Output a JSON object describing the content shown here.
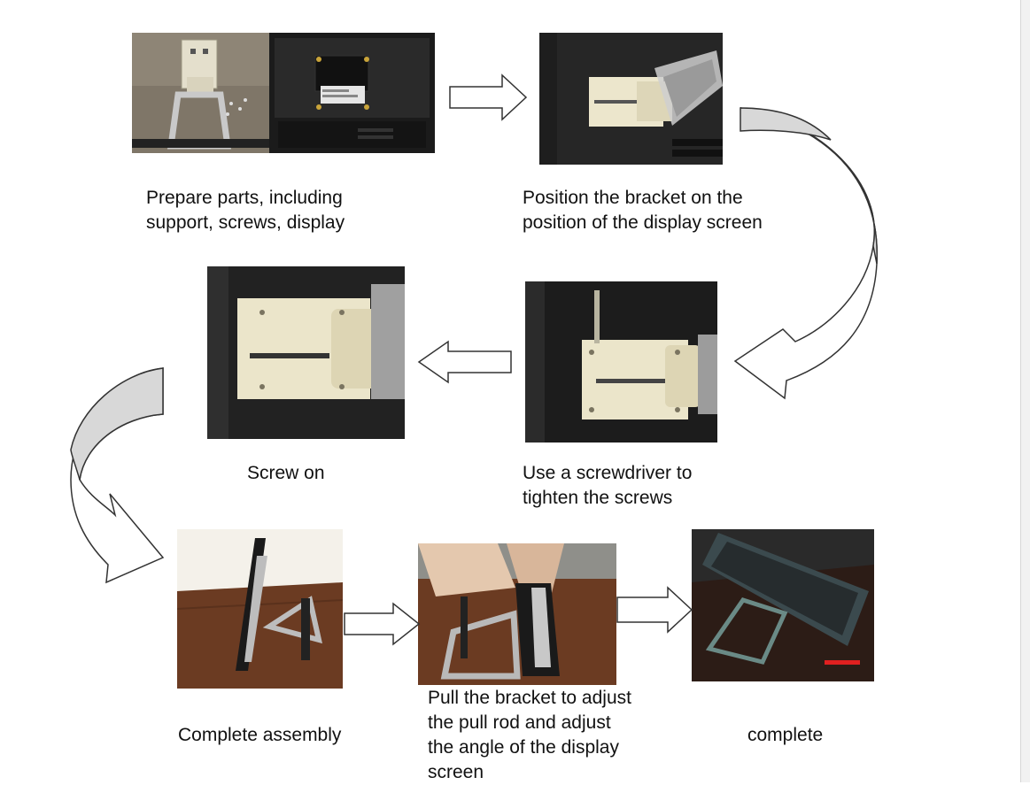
{
  "steps": [
    {
      "id": "prepare",
      "caption": "Prepare parts, including\nsupport, screws, display"
    },
    {
      "id": "position",
      "caption": "Position the bracket on the\nposition of the display screen"
    },
    {
      "id": "screwdriver",
      "caption": "Use a screwdriver to\ntighten the screws"
    },
    {
      "id": "screw-on",
      "caption": "Screw on"
    },
    {
      "id": "assembly",
      "caption": "Complete assembly"
    },
    {
      "id": "adjust",
      "caption": "Pull the bracket to adjust\nthe pull rod and adjust\nthe angle of the display\nscreen"
    },
    {
      "id": "complete",
      "caption": "complete"
    }
  ],
  "colors": {
    "arrow_fill": "#ffffff",
    "arrow_stroke": "#333333",
    "curved_arrow_fill": "#d8d8d8",
    "photo_dark": "#1e1e1e",
    "bracket": "#e8e2c8",
    "wood": "#6b3b22"
  }
}
